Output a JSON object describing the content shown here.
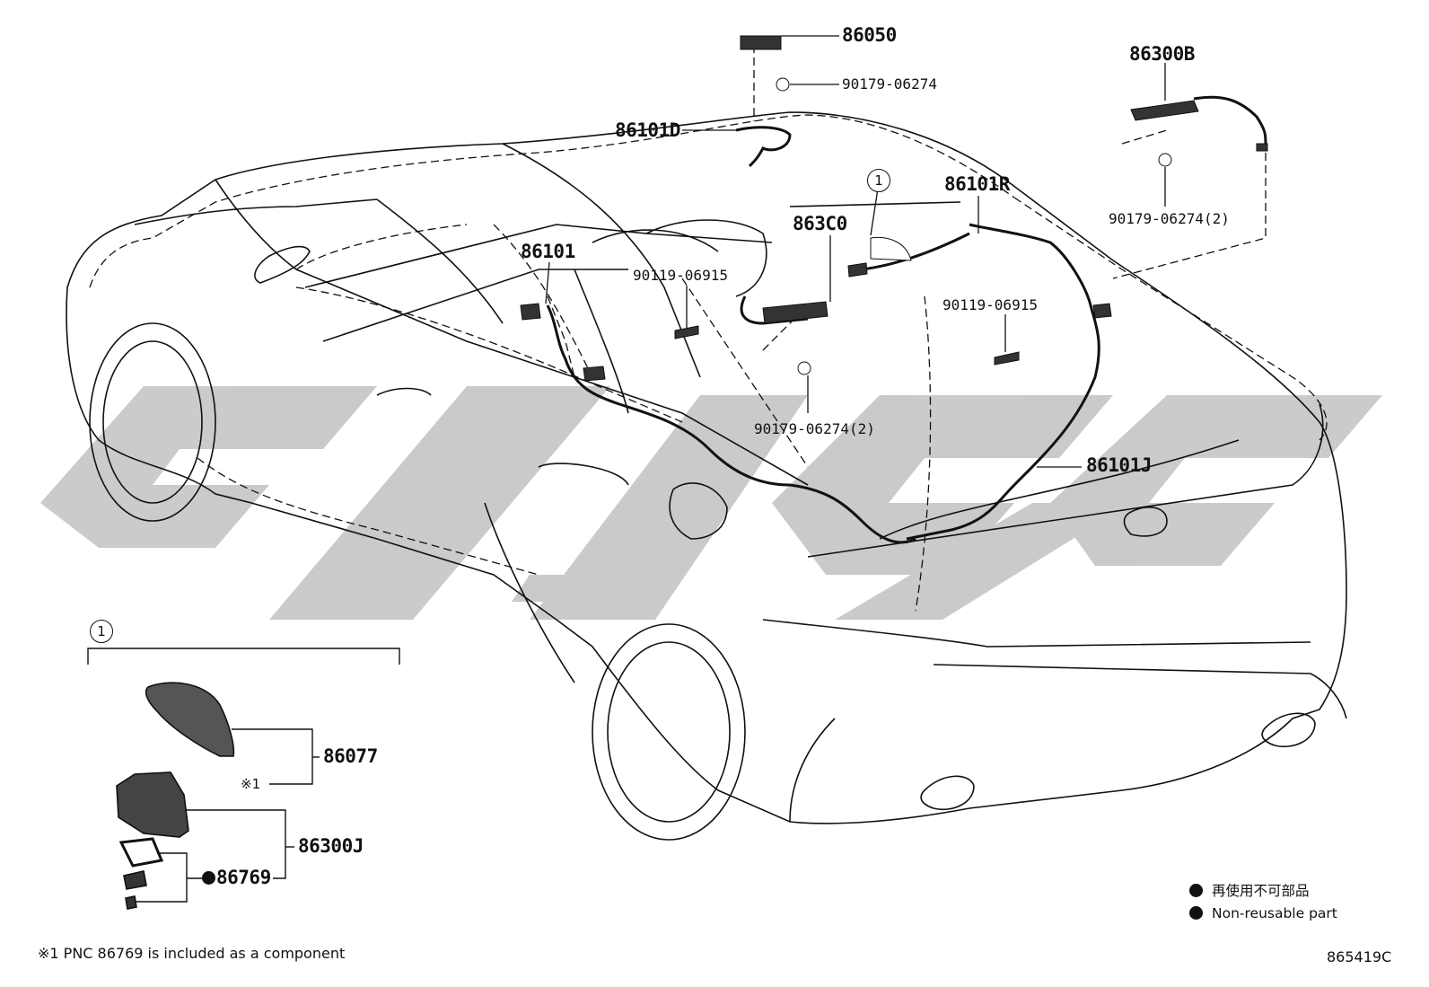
{
  "watermark_color": "#c8c8c8",
  "parts": {
    "p86050": "86050",
    "p90179a": "90179-06274",
    "p86300B": "86300B",
    "p86101D": "86101D",
    "p90179b": "90179-06274(2)",
    "p86101R": "86101R",
    "p863C0": "863C0",
    "p86101": "86101",
    "p90119a": "90119-06915",
    "p90119b": "90119-06915",
    "p90179c": "90179-06274(2)",
    "p86101J": "86101J",
    "p86077": "86077",
    "p86300J": "86300J",
    "p86769": "86769"
  },
  "callouts": {
    "main": "1",
    "inset": "1"
  },
  "inset_note_marker": "※1",
  "footnote": "※1 PNC 86769 is included as a component",
  "legend": {
    "japanese": "再使用不可部品",
    "english": "Non-reusable part"
  },
  "diagram_id": "865419C",
  "icons": [
    "non-reusable-dot-icon",
    "shark-fin-antenna-icon",
    "antenna-base-icon",
    "clip-icon",
    "bolt-icon"
  ]
}
